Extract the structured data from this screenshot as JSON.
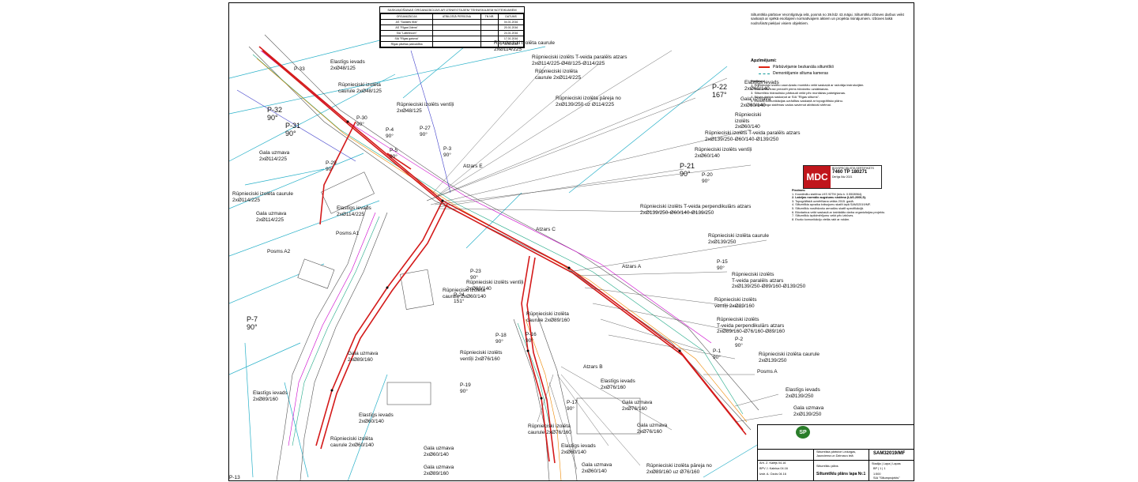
{
  "approval_table": {
    "title": "SASKAŅOŠANAS ORGANIZĀCIJAS AR IZSNIEGTAJIEM TEHNISKAJIEM NOTEIKUMIEM",
    "headers": [
      "ORGANIZĀCIJA",
      "ATBILDĪGĀ PERSONA",
      "TN NR.",
      "DATUMS"
    ],
    "rows": [
      [
        "AS \"Sadales tīkls\"",
        "",
        "",
        "04.01.2016"
      ],
      [
        "AS \"Rīgas Ūdens\"",
        "",
        "",
        "20.01.2016"
      ],
      [
        "SIA \"Lattelecom\"",
        "",
        "",
        "24.01.2016"
      ],
      [
        "SIA \"Rīgas gaisma\"",
        "",
        "",
        "17.01.2016"
      ],
      [
        "Rīgas pilsētas pašvaldība",
        "",
        "",
        "05.02.2016"
      ]
    ]
  },
  "top_notes": "Siltumtīkla pārbūve Vecmīlgrāvja ielā, posmā no 39.līdz 43.mājai. Siltumtīklu izbūves darbus veikt saskaņā ar spēkā esošajiem normatīvajiem aktiem un projekta risinājumiem. Izbūves laikā nodrošināt piekļuvi visiem objektiem.",
  "legend": {
    "title": "Apzīmējumi:",
    "items": [
      {
        "label": "Pārbūvējamie bezkanāla siltumtīkli",
        "kind": "red"
      },
      {
        "label": "Demontējamie siltuma kameras",
        "kind": "blue"
      }
    ],
    "notes_title": "Piezīmes:",
    "notes": [
      "1. Rūpnieciski izolēto cauruļvadu montāžu veikt saskaņā ar ražotāja instrukcijām.",
      "2. Siltumtīklu trasi precizēt pirms būvdarbu uzsākšanas.",
      "3. Siltumtīklu hidraulisko pārbaudi veikt pēc montāžas pabeigšanas.",
      "4. Būves darbus saskaņot ar SIA \"Rīgas siltums\".",
      "5. Esošās komunikācijas uzrādītas saskaņā ar topogrāfisko plānu.",
      "6. Monitoringa sistēmas vadus savienot atbilstoši shēmai."
    ]
  },
  "mdc_stamp": {
    "logo": "MDC",
    "line1": "BŪVSPECIĀLISTA SERTIFIKĀTS",
    "number": "7460 TP 180271",
    "line2": "Derīgs līdz 2021"
  },
  "mid_notes": {
    "title": "Piezīmes:",
    "lines": [
      "1. Koordinātu sistēma LKS 92TM (ielu k. 0.5508964).",
      "2. Latvijas normālo augstumu sistēma (LAS-2000,5).",
      "3. Topogrāfiskā uzmērīšana veikta 2015. gadā.",
      "4. Siltumtīkla apvalka krāsojumu skatīt lapā SAM32019/MF.",
      "5. Siltumtīklu noslēdzošo armatūru skatīt specifikācijā.",
      "6. Būvdarbus veikt saskaņā ar izstrādāto darba organizācijas projektu.",
      "7. Siltumtīklu izpildmērījumu veikt pēc izbūves.",
      "8. Esošo komunikāciju vietās rakt ar rokām."
    ]
  },
  "map_labels": {
    "p33": [
      "P-33"
    ],
    "elastigs1": [
      "Elastīgs ievads",
      "2xØ48/125"
    ],
    "rup_caurule1": [
      "Rūpnieciski izolēta",
      "caurule 2xØ48/125"
    ],
    "p32": [
      "P-32",
      "90°"
    ],
    "p31": [
      "P-31",
      "90°"
    ],
    "p30": [
      "P-30",
      "90°"
    ],
    "p29": [
      "P-29",
      "90°"
    ],
    "gala1": [
      "Gala uzmava",
      "2xØ114/225"
    ],
    "rup_caurule2": [
      "Rūpnieciski izolēta caurule",
      "2xØ114/225"
    ],
    "elastigs2": [
      "Elastīgs ievads",
      "2xØ114/225"
    ],
    "gala2": [
      "Gala uzmava",
      "2xØ114/225"
    ],
    "posms_a1": [
      "Posms A1"
    ],
    "posms_a2": [
      "Posms A2"
    ],
    "p7": [
      "P-7",
      "90°"
    ],
    "gala3": [
      "Gala uzmava",
      "2xØ89/160"
    ],
    "elastigs3": [
      "Elastīgs ievads",
      "2xØ89/160"
    ],
    "rup_caurule3": [
      "Rūpnieciski izolēta",
      "caurule 2xØ60/140"
    ],
    "gala4": [
      "Gala uzmava",
      "2xØ60/140"
    ],
    "gala5": [
      "Gala uzmava",
      "2xØ89/160"
    ],
    "p4": [
      "P-4",
      "90°"
    ],
    "p5": [
      "P-5",
      "90°"
    ],
    "p27": [
      "P-27",
      "90°"
    ],
    "p3": [
      "P-3",
      "90°"
    ],
    "atzars_e": [
      "Atzars E"
    ],
    "rup_ventili1": [
      "Rūpnieciski izolēts ventīļi",
      "2xØ48/125"
    ],
    "rup_caurule_top": [
      "Rūpnieciski izolēta caurule",
      "2xØ114/225"
    ],
    "t_paralels_top": [
      "Rūpnieciski izolēts T-veida paralēls atzars",
      "2xØ114/225-Ø48/125-Ø114/225"
    ],
    "rup_caurule_top2": [
      "Rūpnieciski izolēta",
      "caurule 2xØ114/225"
    ],
    "rup_pareja": [
      "Rūpnieciski izolēta pāreja no",
      "2xØ139/250 uz Ø114/225"
    ],
    "p22": [
      "P-22",
      "167°"
    ],
    "elastigs4": [
      "Elastīgs ievads",
      "2xØ60/140"
    ],
    "gala6": [
      "Gala uzmava",
      "2xØ60/140"
    ],
    "rup_izolets1": [
      "Rūpnieciski",
      "izolēts",
      "2xØ60/140"
    ],
    "t_paralels2": [
      "Rūpnieciski izolēts T-veida paralēls atzars",
      "2xØ139/250-Ø60/140-Ø139/250"
    ],
    "rup_ventili2": [
      "Rūpnieciski izolēts ventīļi",
      "2xØ60/140"
    ],
    "p21": [
      "P-21",
      "90°"
    ],
    "p20": [
      "P-20",
      "90°"
    ],
    "t_perpendik1": [
      "Rūpnieciski izolēts T-veida perpendikulārs atzars",
      "2xØ139/250-Ø60/140-Ø139/250"
    ],
    "atzars_c": [
      "Atzars C"
    ],
    "rup_caurule_mid": [
      "Rūpnieciski izolēta caurule",
      "2xØ139/250"
    ],
    "atzars_a": [
      "Atzars A"
    ],
    "p15": [
      "P-15",
      "90°"
    ],
    "t_paralels3": [
      "Rūpnieciski izolēts",
      "T-veida paralēls atzars",
      "2xØ139/250-Ø89/160-Ø139/250"
    ],
    "p23": [
      "P-23",
      "90°"
    ],
    "rup_ventili3": [
      "Rūpnieciski izolēts ventīļi",
      "2xØ60/140"
    ],
    "rup_caurule_mid2": [
      "Rūpnieciski izolēta",
      "caurule 2xØ60/140"
    ],
    "p24": [
      "P-24",
      "151°"
    ],
    "rup_ventili4": [
      "Rūpnieciski izolēts",
      "ventīļi 2xØ89/160"
    ],
    "rup_caurule_mid3": [
      "Rūpnieciski izolēta",
      "caurule 2xØ89/160"
    ],
    "t_perpendik2": [
      "Rūpnieciski izolēts",
      "T-veida perpendikulārs atzars",
      "2xØ89/160-Ø76/160-Ø89/160"
    ],
    "p18": [
      "P-18",
      "90°"
    ],
    "p16": [
      "P-16",
      "90°"
    ],
    "rup_ventili5": [
      "Rūpnieciski izolēts",
      "ventīļi 2xØ76/160"
    ],
    "p2": [
      "P-2",
      "90°"
    ],
    "p1": [
      "P-1",
      "90°"
    ],
    "rup_caurule_r": [
      "Rūpnieciski izolēta caurule",
      "2xØ139/250"
    ],
    "atzars_b": [
      "Atzars B"
    ],
    "p19": [
      "P-19",
      "90°"
    ],
    "p17": [
      "P-17",
      "90°"
    ],
    "elastigs5": [
      "Elastīgs ievads",
      "2xØ76/160"
    ],
    "gala7": [
      "Gala uzmava",
      "2xØ76/160"
    ],
    "rup_caurule_b": [
      "Rūpnieciski izolēta",
      "caurule 2xØ76/160"
    ],
    "rup_pareja2": [
      "Rūpnieciski izolēta pāreja no",
      "2xØ89/160 uz Ø76/160"
    ],
    "gala8": [
      "Gala uzmava",
      "2xØ76/160"
    ],
    "posms_a": [
      "Posms A"
    ],
    "elastigs6": [
      "Elastīgs ievads",
      "2xØ139/250"
    ],
    "gala9": [
      "Gala uzmava",
      "2xØ139/250"
    ],
    "gala10": [
      "Gala uzmava",
      "2xØ60/140"
    ],
    "elastigs7": [
      "Elastīgs ievads",
      "2xØ60/140"
    ],
    "p13": [
      "P-13"
    ]
  },
  "title_block": {
    "logo": "SP",
    "project": "Siltumtīkla pārbūve Ledurgas, Jaunciema un Dzirnavu ielā",
    "drawing": "Siltumtīklu plāns",
    "sheet_label": "Siltumtīklu plāns lapa Nr.1",
    "code": "SAM32019/MF",
    "stage": "BP",
    "roles": [
      [
        "Arh.",
        "Z. Kalējs",
        "04.16"
      ],
      [
        "BPV",
        "J. Kalniņa",
        "04.16"
      ],
      [
        "Izstr.",
        "A. Ozols",
        "04.16"
      ]
    ],
    "sheet_headers": [
      "Stadija",
      "Lapa",
      "Lapas"
    ],
    "sheet_values": [
      "BP",
      "1",
      "1"
    ],
    "scale": "1:500",
    "company": "SIA \"Siltumprojekts\""
  }
}
